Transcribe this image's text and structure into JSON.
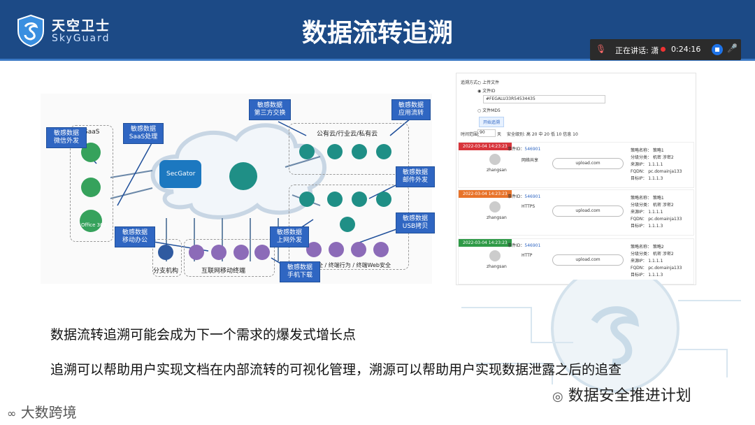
{
  "header": {
    "logo_cn": "天空卫士",
    "logo_en": "SkyGuard",
    "title": "数据流转追溯"
  },
  "meeting": {
    "speaking": "正在讲话: 潇",
    "time": "0:24:16"
  },
  "diagram": {
    "saas_label": "SaaS",
    "cloud_label": "公有云/行业云/私有云",
    "secgator": "SecGator",
    "branch": "分支机构",
    "internet": "互联网移动终端",
    "endpoint": "终端安全 / 终端行为 / 终端Web安全",
    "office": "Office 365",
    "callouts": [
      "敏感数据\n微信外发",
      "敏感数据\nSaaS处理",
      "敏感数据\n第三方交换",
      "敏感数据\n应用流转",
      "敏感数据\n邮件外发",
      "敏感数据\nUSB拷贝",
      "敏感数据\n上网外发",
      "敏感数据\n移动办公",
      "敏感数据\n手机下载"
    ]
  },
  "trace": {
    "method_label": "追溯方式：",
    "opt_upload": "上传文件",
    "opt_id": "文件ID",
    "id_value": "#FEGALU33R54534435",
    "opt_md5": "文件MD5",
    "start_btn": "开始追溯",
    "range_label": "时间范围：",
    "range_value": "90",
    "range_unit": "天",
    "levels": "安全级别: 高 20  中 20  低 10  信息 10",
    "records": [
      {
        "date": "2022-03-04 14:23:23",
        "color": "#d8343b",
        "event_label": "事件ID：",
        "event": "546901",
        "user": "zhangsan",
        "channel": "网络共享",
        "dest": "upload.com",
        "policy": "策略名称：  策略1",
        "level": "分级分类：  机密 涉密2",
        "src_ip": "来源IP：   1.1.1.1",
        "fqdn": "FQDN：   pc.domainja133",
        "dst_ip": "目标IP：   1.1.1.3"
      },
      {
        "date": "2022-03-04 14:23:23",
        "color": "#e8732a",
        "event_label": "事件ID：",
        "event": "546901",
        "user": "zhangsan",
        "channel": "HTTPS",
        "dest": "upload.com",
        "policy": "策略名称：  策略1",
        "level": "分级分类：  机密 涉密2",
        "src_ip": "来源IP：   1.1.1.1",
        "fqdn": "FQDN：   pc.domainja133",
        "dst_ip": "目标IP：   1.1.1.3"
      },
      {
        "date": "2022-03-04 14:23:23",
        "color": "#2f9a47",
        "event_label": "事件ID：",
        "event": "546901",
        "user": "zhangsan",
        "channel": "HTTP",
        "dest": "upload.com",
        "policy": "策略名称：  策略2",
        "level": "分级分类：  机密 涉密2",
        "src_ip": "来源IP：   1.1.1.1",
        "fqdn": "FQDN：   pc.domainja133",
        "dst_ip": "目标IP：   1.1.1.3"
      }
    ]
  },
  "bullets": [
    "数据流转追溯可能会成为下一个需求的爆发式增长点",
    "追溯可以帮助用户实现文档在内部流转的可视化管理，溯源可以帮助用户实现数据泄露之后的追查"
  ],
  "watermark_right": "数据安全推进计划",
  "watermark_left": "大数跨境"
}
